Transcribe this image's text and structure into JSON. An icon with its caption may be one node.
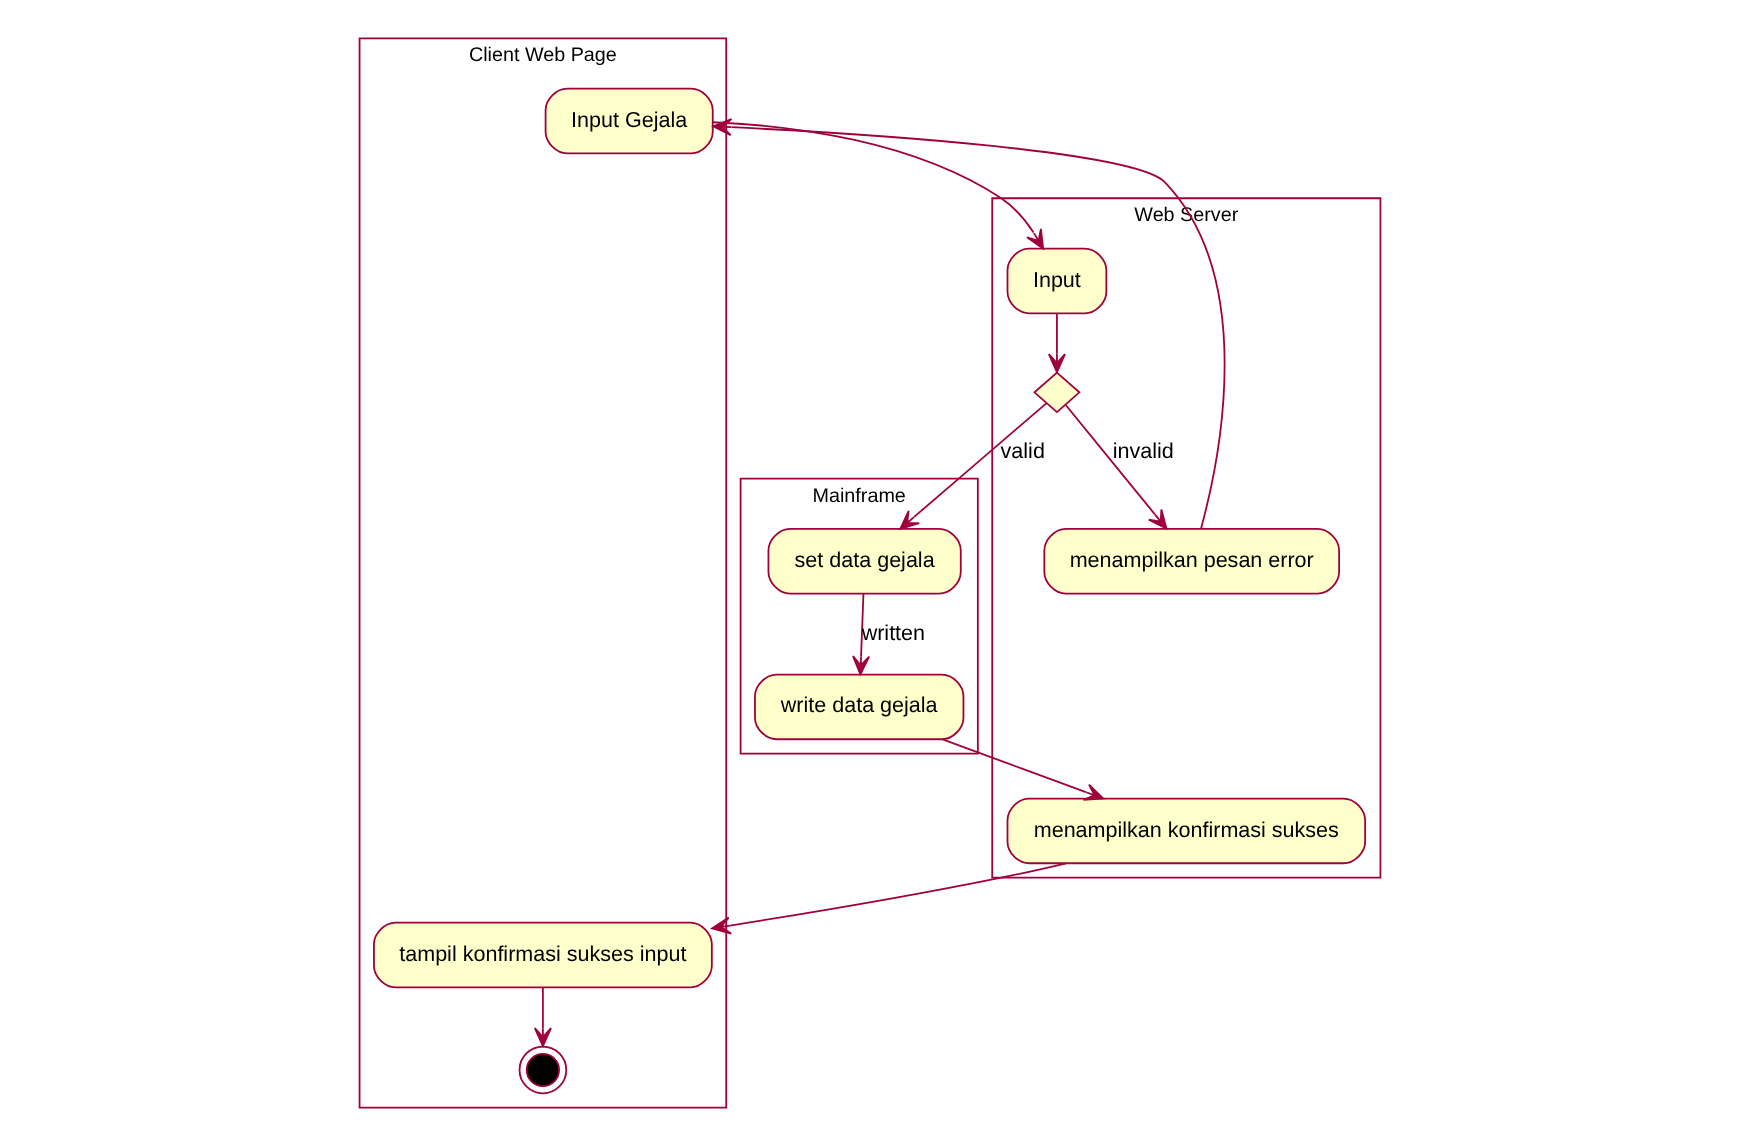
{
  "diagram": {
    "nodes": [
      {
        "text": [
          "Client Web Page"
        ]
      },
      {
        "text": [
          "Web Server"
        ]
      },
      {
        "text": [
          "Mainframe"
        ]
      },
      {
        "text": [
          "Input Gejala"
        ],
        "in": 0
      },
      {
        "text": [
          "Input"
        ],
        "in": 1
      },
      {
        "text": [],
        "shape": "diamond",
        "in": 1
      },
      {
        "text": [
          "menampilkan pesan error"
        ],
        "in": 1
      },
      {
        "text": [
          "set data gejala"
        ],
        "in": 2
      },
      {
        "text": [
          "write data gejala"
        ],
        "in": 2
      },
      {
        "text": [
          "menampilkan konfirmasi sukses"
        ],
        "in": 1
      },
      {
        "text": [
          "tampil konfirmasi sukses input"
        ],
        "in": 0
      },
      {
        "text": [],
        "shape": "circle",
        "in": 0
      }
    ],
    "edges": [
      {
        "from": 3,
        "to": 4,
        "arrow": "to"
      },
      {
        "from": 4,
        "to": 5,
        "arrow": "to"
      },
      {
        "from": 5,
        "to": 6,
        "arrow": "to",
        "label": "invalid"
      },
      {
        "from": 5,
        "to": 7,
        "arrow": "to",
        "label": "valid"
      },
      {
        "from": 7,
        "to": 8,
        "arrow": "to",
        "label": "written"
      },
      {
        "from": 8,
        "to": 9,
        "arrow": "to"
      },
      {
        "from": 9,
        "to": 10,
        "arrow": "to"
      },
      {
        "from": 10,
        "to": 11,
        "arrow": "to"
      },
      {
        "from": 6,
        "to": 3,
        "arrow": "to"
      }
    ]
  }
}
